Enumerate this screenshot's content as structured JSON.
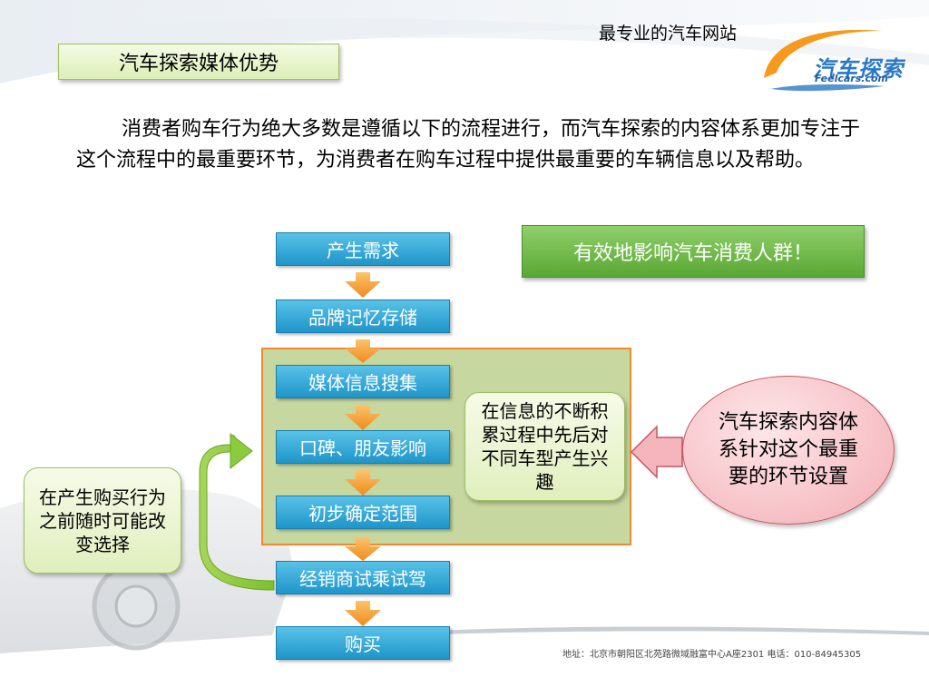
{
  "header": {
    "title": "汽车探索媒体优势",
    "tagline": "最专业的汽车网站",
    "logo_text": "汽车探索",
    "logo_subtext": "Feelcars.com"
  },
  "intro": "消费者购车行为绝大多数是遵循以下的流程进行，而汽车探索的内容体系更加专注于这个流程中的最重要环节，为消费者在购车过程中提供最重要的车辆信息以及帮助。",
  "flow": {
    "steps": [
      "产生需求",
      "品牌记忆存储",
      "媒体信息搜集",
      "口碑、朋友影响",
      "初步确定范围",
      "经销商试乘试驾",
      "购买"
    ]
  },
  "slogan": "有效地影响汽车消费人群！",
  "callouts": {
    "middle": "在信息的不断积累过程中先后对不同车型产生兴趣",
    "left": "在产生购买行为之前随时可能改变选择",
    "right": "汽车探索内容体系针对这个最重要的环节设置"
  },
  "footer": {
    "address": "地址：北京市朝阳区北苑路微域融富中心A座2301 电话：010-84945305"
  },
  "colors": {
    "step_blue": "#2aa3d6",
    "arrow_orange": "#f39a2b",
    "group_green": "#c6d7a0",
    "group_border": "#f08a2c",
    "slogan_green": "#6bb844",
    "ellipse_pink": "#f3aeb5",
    "brand_blue": "#2a78c8"
  }
}
